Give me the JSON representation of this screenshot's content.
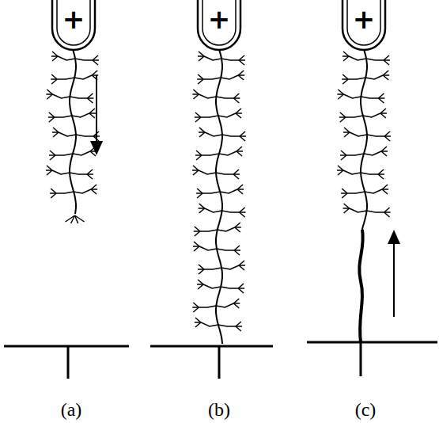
{
  "diagram": {
    "labels": [
      "+",
      "(a)",
      "+",
      "(b)",
      "+",
      "(c)"
    ]
  }
}
